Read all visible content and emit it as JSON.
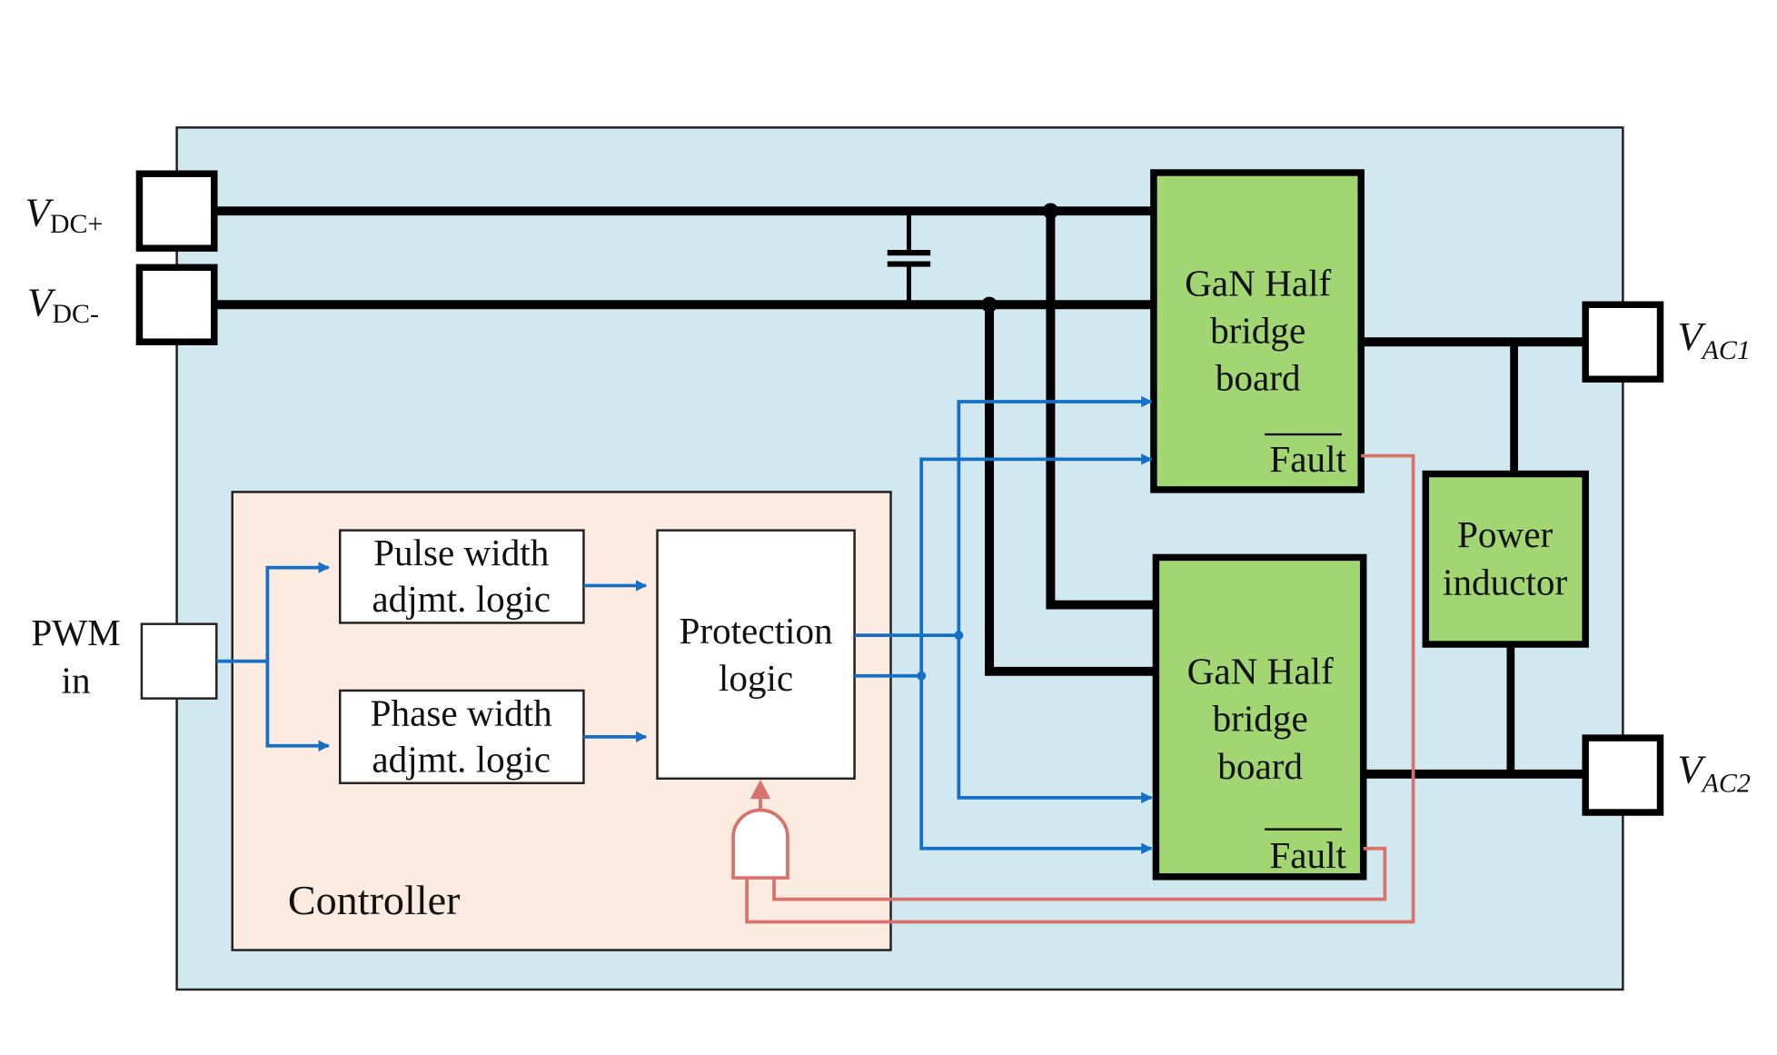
{
  "colors": {
    "system_bg": "#d2e8f0",
    "controller_bg": "#fcebe0",
    "board_fill": "#a2d672",
    "signal_blue": "#1570c5",
    "fault_red": "#d9726a",
    "power_line": "#000000"
  },
  "terminals": {
    "vdc_plus": {
      "main": "V",
      "sub": "DC+"
    },
    "vdc_minus": {
      "main": "V",
      "sub": "DC-"
    },
    "vac1": {
      "main": "V",
      "sub": "AC1"
    },
    "vac2": {
      "main": "V",
      "sub": "AC2"
    },
    "pwm_in": {
      "line1": "PWM",
      "line2": "in"
    }
  },
  "blocks": {
    "gan_board_top": {
      "line1": "GaN Half",
      "line2": "bridge",
      "line3": "board",
      "fault": "Fault"
    },
    "gan_board_bottom": {
      "line1": "GaN Half",
      "line2": "bridge",
      "line3": "board",
      "fault": "Fault"
    },
    "power_inductor": {
      "line1": "Power",
      "line2": "inductor"
    },
    "pulse_width": {
      "line1": "Pulse width",
      "line2": "adjmt. logic"
    },
    "phase_width": {
      "line1": "Phase width",
      "line2": "adjmt. logic"
    },
    "protection": {
      "line1": "Protection",
      "line2": "logic"
    },
    "controller": {
      "label": "Controller"
    }
  }
}
